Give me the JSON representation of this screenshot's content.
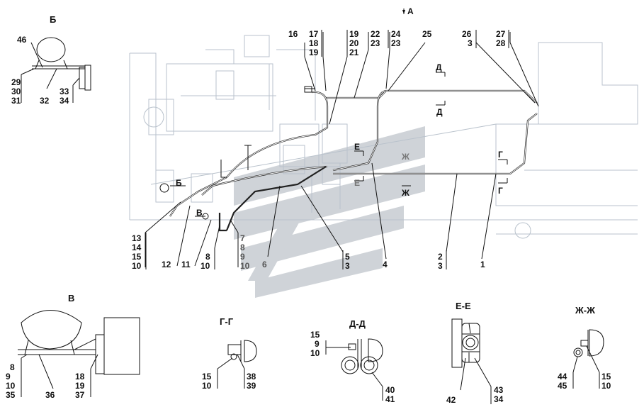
{
  "views": {
    "B": "Б",
    "V": "В",
    "A": "А",
    "GG": "Г-Г",
    "DD": "Д-Д",
    "EE": "Е-Е",
    "ZhZh": "Ж-Ж"
  },
  "markers": {
    "D": "Д",
    "E": "Е",
    "G": "Г",
    "Zh": "Ж",
    "B": "Б",
    "V": "В"
  },
  "numbers": {
    "n1": "1",
    "n2": "2",
    "n3": "3",
    "n4": "4",
    "n5": "5",
    "n6": "6",
    "n7": "7",
    "n8": "8",
    "n9": "9",
    "n10": "10",
    "n11": "11",
    "n12": "12",
    "n13": "13",
    "n14": "14",
    "n15": "15",
    "n16": "16",
    "n17": "17",
    "n18": "18",
    "n19": "19",
    "n20": "20",
    "n21": "21",
    "n22": "22",
    "n23": "23",
    "n24": "24",
    "n25": "25",
    "n26": "26",
    "n27": "27",
    "n28": "28",
    "n29": "29",
    "n30": "30",
    "n31": "31",
    "n32": "32",
    "n33": "33",
    "n34": "34",
    "n35": "35",
    "n36": "36",
    "n37": "37",
    "n38": "38",
    "n39": "39",
    "n40": "40",
    "n41": "41",
    "n42": "42",
    "n43": "43",
    "n44": "44",
    "n45": "45",
    "n46": "46"
  },
  "colors": {
    "ink": "#111111",
    "ghost": "#b9c2cc",
    "watermark": "#cfd3d8"
  }
}
